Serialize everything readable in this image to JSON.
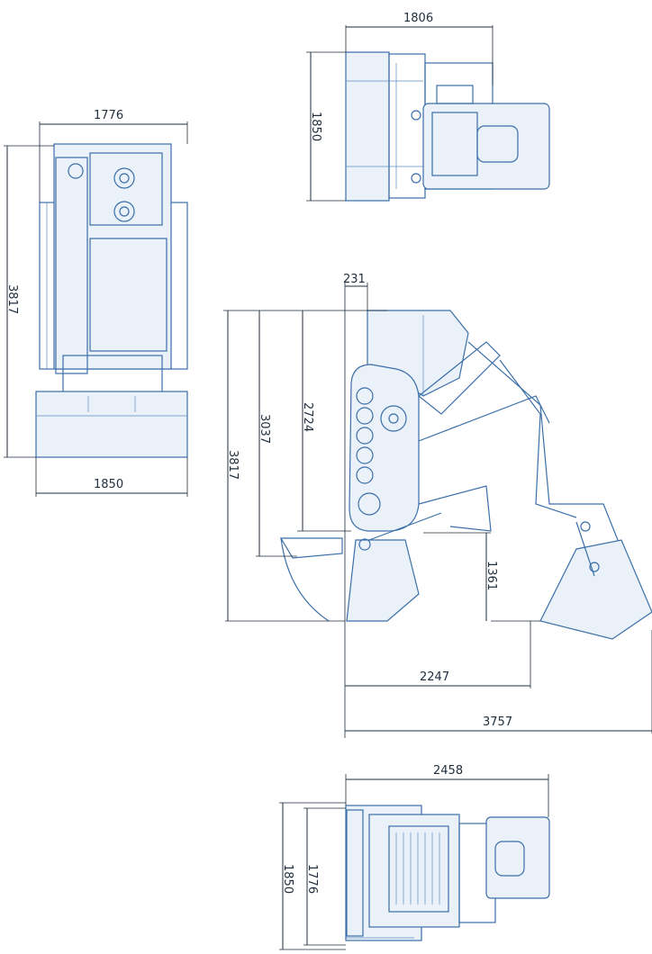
{
  "views": {
    "top": {
      "width_dim": "1806",
      "height_dim": "1850"
    },
    "front": {
      "width_dim": "1776",
      "height_dim": "3817",
      "base_dim": "1850"
    },
    "side": {
      "d231": "231",
      "d2724": "2724",
      "d3037": "3037",
      "d3817": "3817",
      "d1361": "1361",
      "d2247": "2247",
      "d3757": "3757"
    },
    "bottom": {
      "width_dim": "2458",
      "d1776": "1776",
      "d1850": "1850"
    }
  }
}
